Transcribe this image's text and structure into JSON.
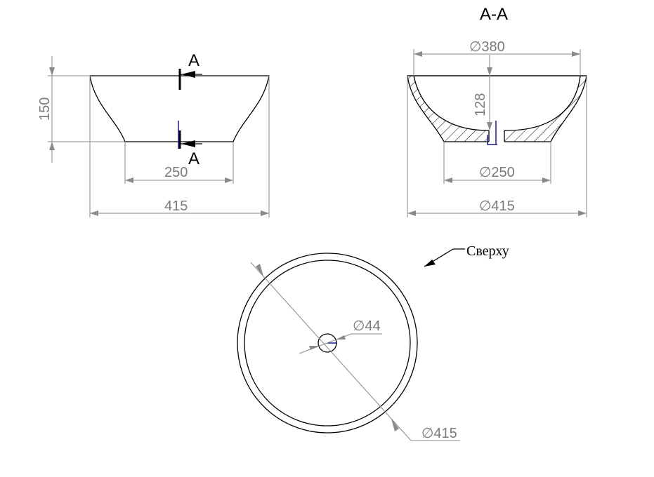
{
  "front_view": {
    "height_dim": "150",
    "bottom_width_dim": "250",
    "top_width_dim": "415",
    "section_mark_top": "A",
    "section_mark_bottom": "A"
  },
  "section_view": {
    "title": "A-A",
    "inner_diameter_dim": "380",
    "inner_depth_dim": "128",
    "base_diameter_dim": "250",
    "outer_diameter_dim": "415",
    "diameter_symbol": "∅"
  },
  "top_view": {
    "view_label": "Сверху",
    "drain_diameter_dim": "44",
    "outer_diameter_dim": "415",
    "diameter_symbol": "∅"
  },
  "colors": {
    "outline": "#000000",
    "dimension": "#8a8a8a",
    "marker_blue": "#1a1a8c"
  }
}
